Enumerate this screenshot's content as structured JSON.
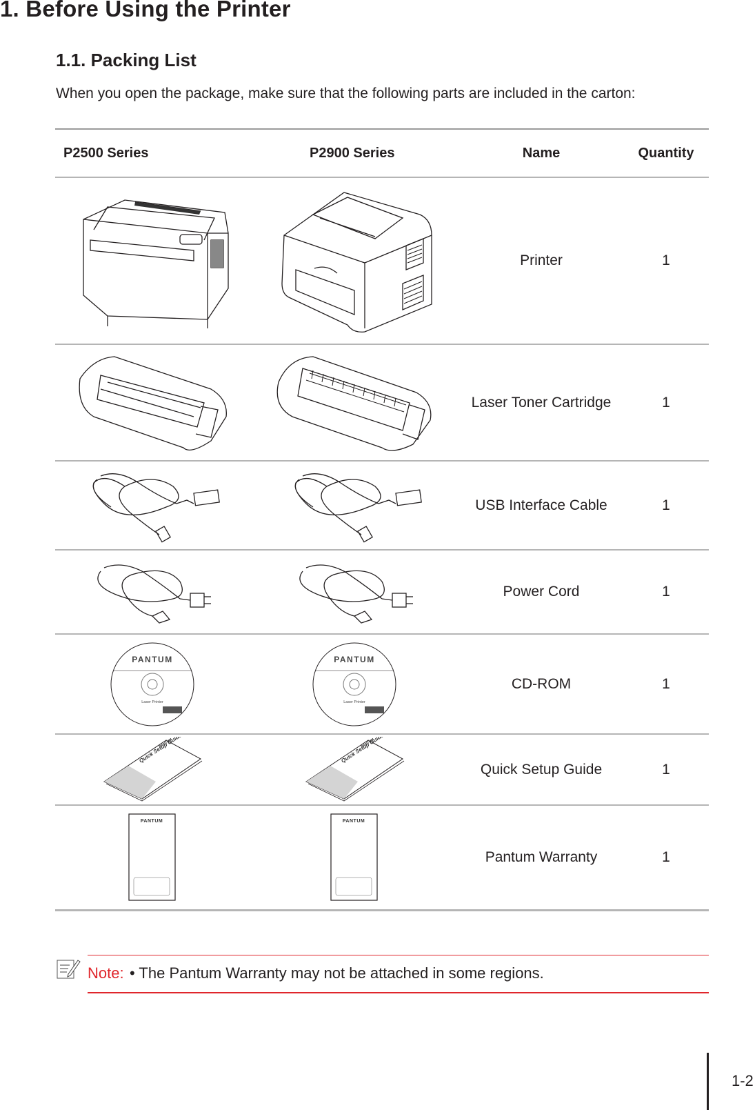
{
  "heading": "1. Before Using the Printer",
  "subheading": "1.1. Packing List",
  "intro": "When you open the package, make sure that the following parts are included in the carton:",
  "table": {
    "headers": [
      "P2500 Series",
      "P2900 Series",
      "Name",
      "Quantity"
    ],
    "rows": [
      {
        "name": "Printer",
        "quantity": "1",
        "icon": "printer-icon"
      },
      {
        "name": "Laser Toner Cartridge",
        "quantity": "1",
        "icon": "toner-cartridge-icon"
      },
      {
        "name": "USB Interface Cable",
        "quantity": "1",
        "icon": "usb-cable-icon"
      },
      {
        "name": "Power Cord",
        "quantity": "1",
        "icon": "power-cord-icon"
      },
      {
        "name": "CD-ROM",
        "quantity": "1",
        "icon": "cd-rom-icon"
      },
      {
        "name": "Quick Setup Guide",
        "quantity": "1",
        "icon": "quick-setup-guide-icon"
      },
      {
        "name": "Pantum Warranty",
        "quantity": "1",
        "icon": "warranty-booklet-icon"
      }
    ]
  },
  "illustration_text": {
    "brand": "PANTUM",
    "cd_label": "Laser Printer",
    "guide_title": "Quick Setup Guide"
  },
  "note": {
    "label": "Note:",
    "text": "• The Pantum Warranty may not be attached in some regions."
  },
  "page_number": "1-2",
  "colors": {
    "accent_red": "#e0262c",
    "text": "#231f20",
    "rule_gray": "#b5b5b5"
  }
}
